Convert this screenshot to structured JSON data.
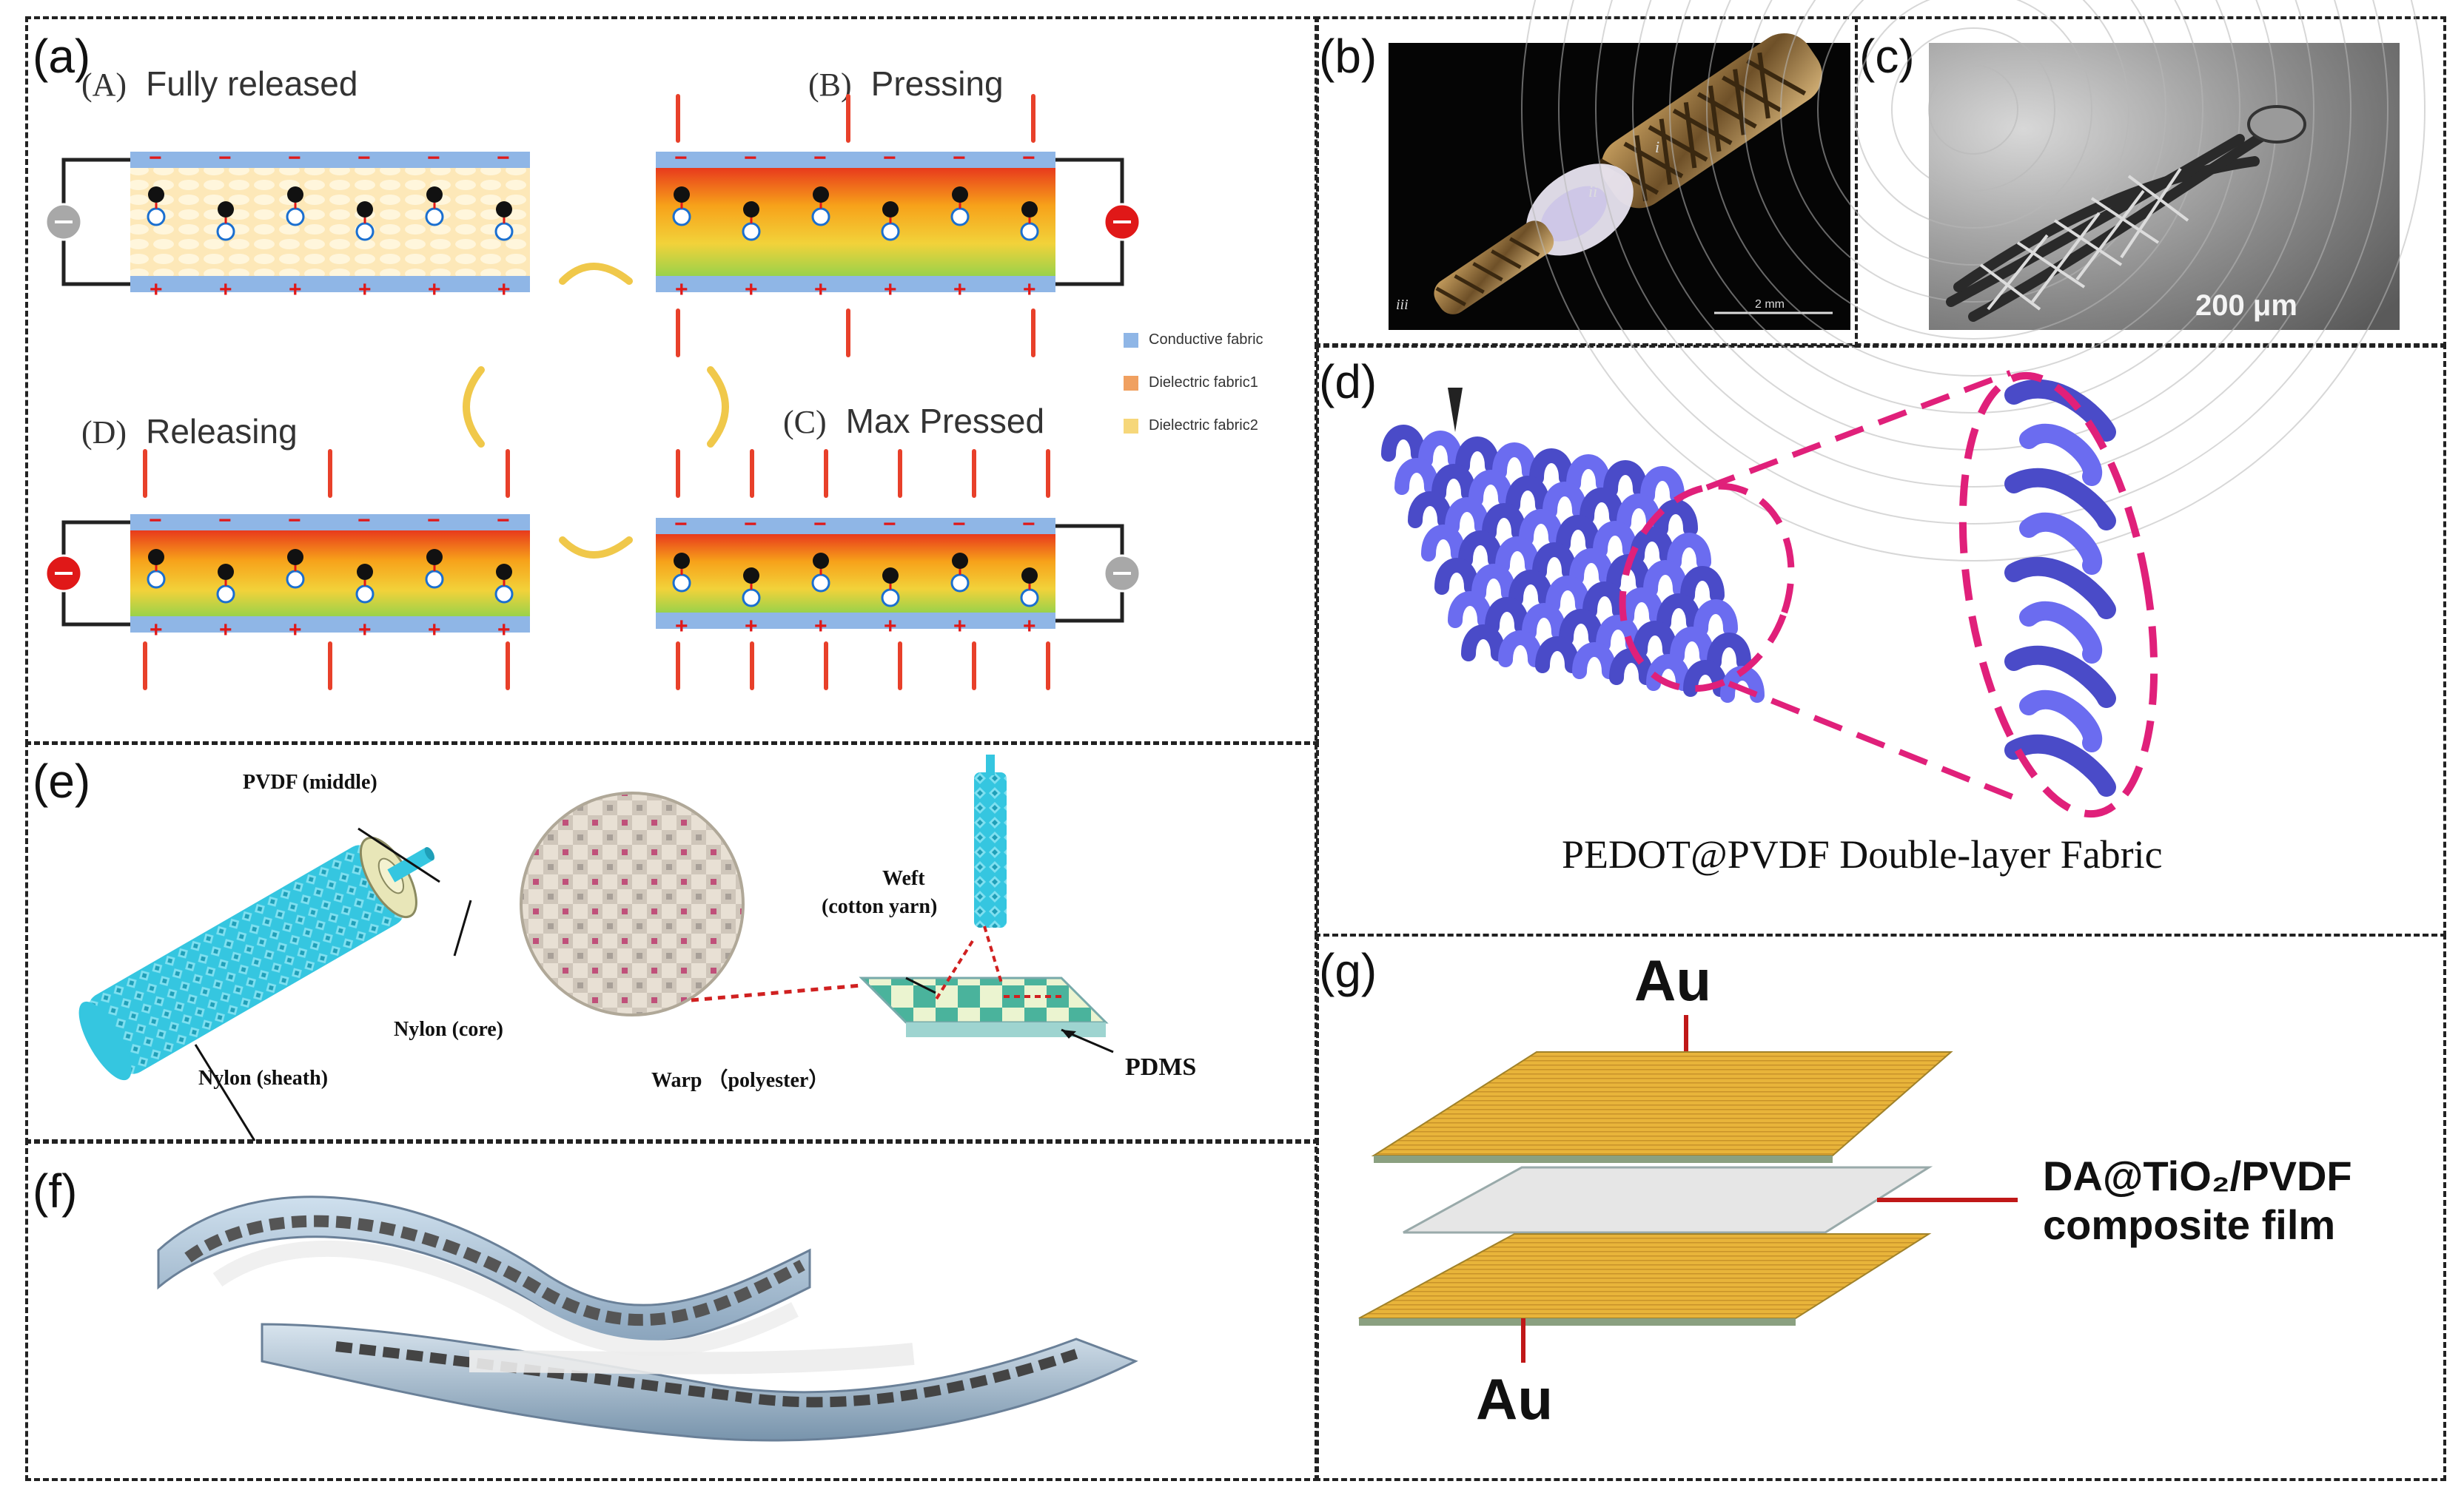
{
  "panels": {
    "a": {
      "label": "(a)",
      "stages": {
        "A": {
          "letter": "(A)",
          "title": "Fully released"
        },
        "B": {
          "letter": "(B)",
          "title": "Pressing"
        },
        "C": {
          "letter": "(C)",
          "title": "Max Pressed"
        },
        "D": {
          "letter": "(D)",
          "title": "Releasing"
        }
      },
      "legend": [
        {
          "label": "Conductive fabric",
          "color": "#8fb6e6"
        },
        {
          "label": "Dielectric fabric1",
          "color": "#f0a060"
        },
        {
          "label": "Dielectric fabric2",
          "color": "#f6d77a"
        }
      ],
      "signs": {
        "minus": "−",
        "plus": "+"
      }
    },
    "b": {
      "label": "(b)",
      "scale_bar": "2 mm",
      "marks": [
        "i",
        "ii",
        "iii"
      ]
    },
    "c": {
      "label": "(c)",
      "scale_bar": "200 μm"
    },
    "d": {
      "label": "(d)",
      "caption": "PEDOT@PVDF Double-layer Fabric"
    },
    "e": {
      "label": "(e)",
      "labels": {
        "pvdf_middle": "PVDF (middle)",
        "nylon_core": "Nylon (core)",
        "nylon_sheath": "Nylon (sheath)",
        "weft": "Weft",
        "weft_sub": "(cotton yarn)",
        "warp": "Warp （polyester）",
        "pdms": "PDMS"
      }
    },
    "f": {
      "label": "(f)"
    },
    "g": {
      "label": "(g)",
      "top_electrode": "Au",
      "bottom_electrode": "Au",
      "film_line1": "DA@TiO₂/PVDF",
      "film_line2": "composite film"
    }
  },
  "colors": {
    "conductive": "#8fb6e6",
    "wire": "#222222",
    "field": "#e8402a",
    "knit": "#6b6cf0",
    "knit_dark": "#4a4bc8",
    "ellipse": "#e0207a",
    "gold": "#e8b43a",
    "film": "#e6e6e6",
    "cyan": "#35c6e0"
  }
}
